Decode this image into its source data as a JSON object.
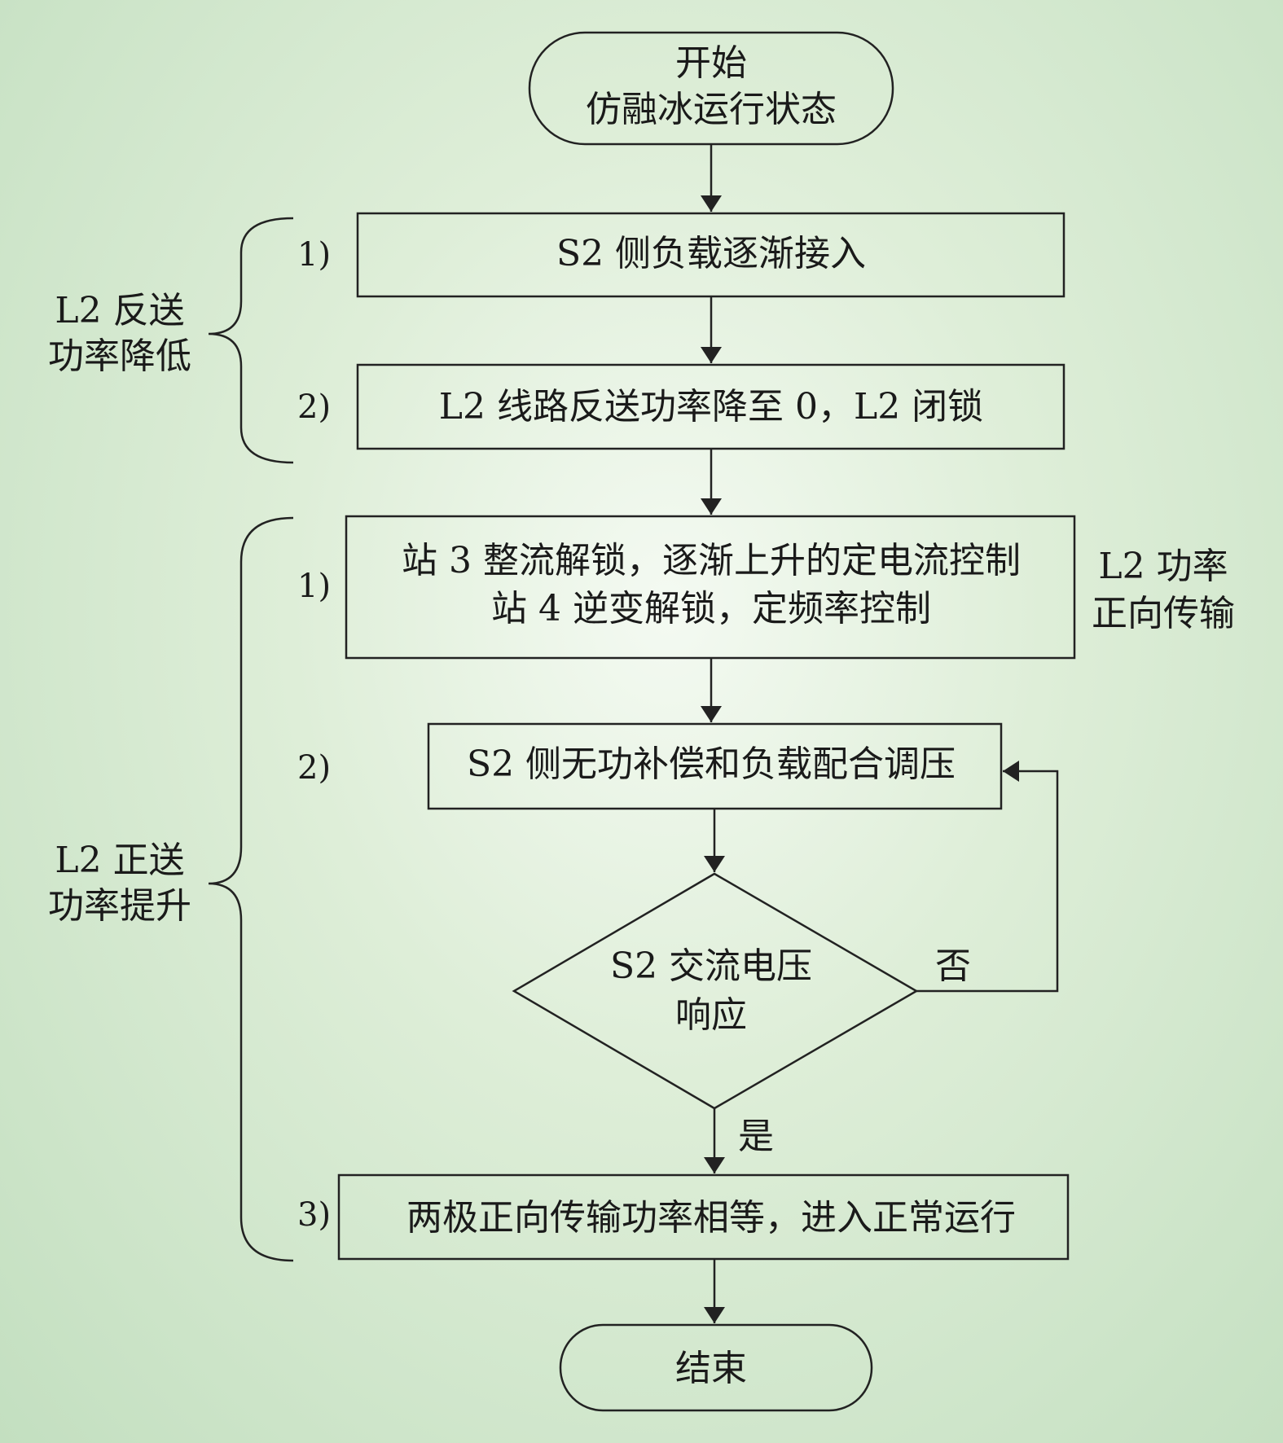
{
  "start": {
    "line1": "开始",
    "line2": "仿融冰运行状态"
  },
  "end": {
    "label": "结束"
  },
  "phase1": {
    "label_line1": "L2 反送",
    "label_line2": "功率降低",
    "steps": [
      {
        "num": "1)",
        "text": "S2 侧负载逐渐接入"
      },
      {
        "num": "2)",
        "text": "L2 线路反送功率降至 0，L2 闭锁"
      }
    ]
  },
  "phase2": {
    "label_line1": "L2 正送",
    "label_line2": "功率提升",
    "side_label_line1": "L2 功率",
    "side_label_line2": "正向传输",
    "steps": [
      {
        "num": "1)",
        "text_line1": "站 3 整流解锁，逐渐上升的定电流控制",
        "text_line2": "站 4 逆变解锁，定频率控制"
      },
      {
        "num": "2)",
        "text": "S2 侧无功补偿和负载配合调压"
      },
      {
        "num": "3)",
        "text": "两极正向传输功率相等，进入正常运行"
      }
    ]
  },
  "decision": {
    "line1": "S2 交流电压",
    "line2": "响应",
    "yes": "是",
    "no": "否"
  }
}
